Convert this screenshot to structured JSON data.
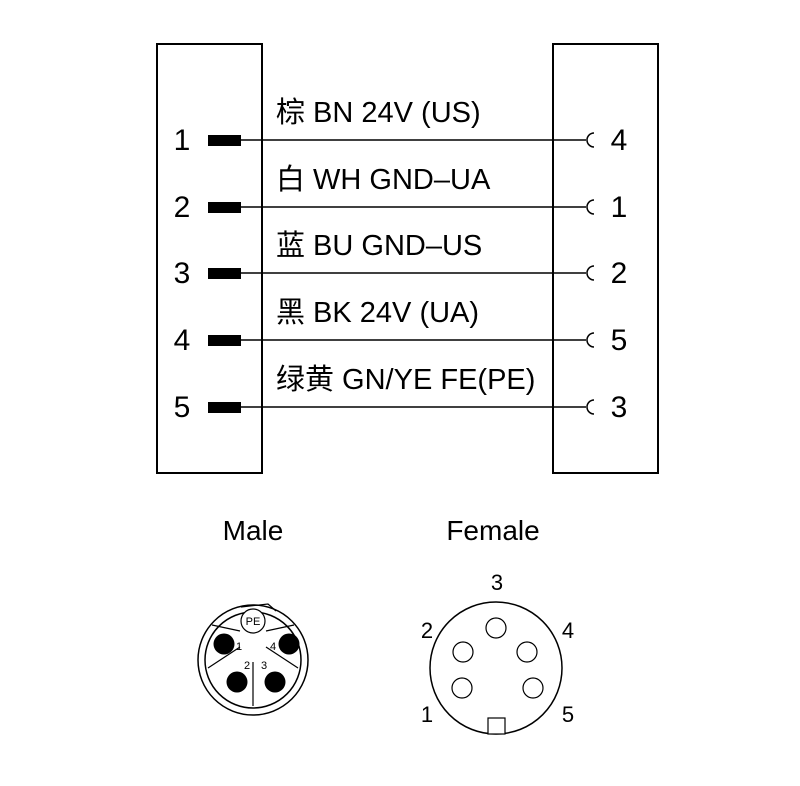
{
  "wiring": {
    "left_pins": [
      "1",
      "2",
      "3",
      "4",
      "5"
    ],
    "right_pins": [
      "4",
      "1",
      "2",
      "5",
      "3"
    ],
    "wires": [
      {
        "label": "棕 BN 24V (US)"
      },
      {
        "label": "白 WH GND–UA"
      },
      {
        "label": "蓝 BU GND–US"
      },
      {
        "label": "黑 BK 24V (UA)"
      },
      {
        "label": "绿黄 GN/YE FE(PE)"
      }
    ]
  },
  "male": {
    "title": "Male",
    "pe_label": "PE",
    "pin_labels": {
      "p1": "1",
      "p2": "2",
      "p3": "3",
      "p4": "4"
    }
  },
  "female": {
    "title": "Female",
    "pin_labels": {
      "p1": "1",
      "p2": "2",
      "p3": "3",
      "p4": "4",
      "p5": "5"
    }
  }
}
